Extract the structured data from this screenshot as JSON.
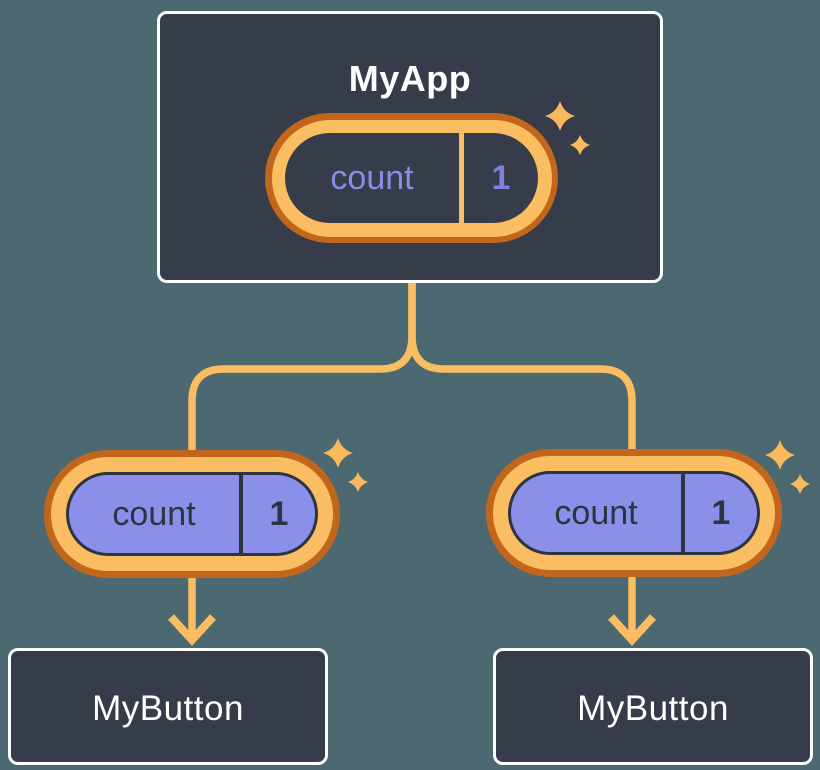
{
  "colors": {
    "background": "#4C6972",
    "box_fill": "#363C49",
    "box_border": "#FFFFFF",
    "orange_dark": "#C2661B",
    "orange_light": "#FABD62",
    "sparkle": "#F9BA5E",
    "periwinkle": "#8A90E9",
    "periwinkle_text": "#868CE8",
    "value_text": "#7A82E0",
    "dark_text": "#2D3340",
    "white_text": "#FFFFFF"
  },
  "icons": {
    "sparkle": "four-point-sparkle ✦"
  },
  "parent_component": {
    "label": "MyApp",
    "state_pill": {
      "name": "count",
      "value": "1"
    }
  },
  "child_components": [
    {
      "label": "MyButton",
      "prop_pill": {
        "name": "count",
        "value": "1"
      }
    },
    {
      "label": "MyButton",
      "prop_pill": {
        "name": "count",
        "value": "1"
      }
    }
  ]
}
